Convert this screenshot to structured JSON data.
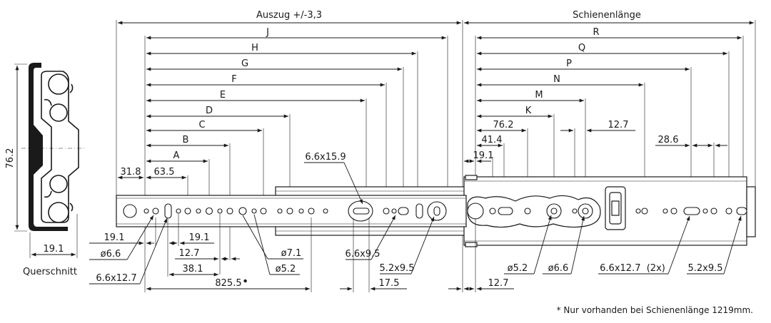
{
  "cross_section": {
    "height": "76.2",
    "width": "19.1",
    "caption": "Querschnitt"
  },
  "headers": {
    "extension": "Auszug +/-3,3",
    "rail_length": "Schienenlänge"
  },
  "left_letters": [
    "J",
    "H",
    "G",
    "F",
    "E",
    "D",
    "C",
    "B",
    "A"
  ],
  "right_letters": [
    "R",
    "Q",
    "P",
    "N",
    "M",
    "K"
  ],
  "dims": {
    "d31_8": "31.8",
    "d63_5": "63.5",
    "d6_6x15_9": "6.6x15.9",
    "d19_1_top": "19.1",
    "d41_4": "41.4",
    "d76_2": "76.2",
    "d12_7_top": "12.7",
    "d28_6": "28.6",
    "d19_1_l": "19.1",
    "phi6_6_l": "ø6.6",
    "d19_1_m": "19.1",
    "d12_7_m": "12.7",
    "phi7_1": "ø7.1",
    "d38_1": "38.1",
    "phi5_2_l": "ø5.2",
    "d6_6x12_7_l": "6.6x12.7",
    "d825_5": "825.5",
    "d6_6x9_5": "6.6x9.5",
    "d5_2x9_5_m": "5.2x9.5",
    "d17_5": "17.5",
    "d12_7_b": "12.7",
    "phi5_2_r": "ø5.2",
    "phi6_6_r": "ø6.6",
    "d6_6x12_7_r": "6.6x12.7  (2x)",
    "d5_2x9_5_r": "5.2x9.5"
  },
  "footnote": "* Nur vorhanden bei Schienenlänge 1219mm."
}
